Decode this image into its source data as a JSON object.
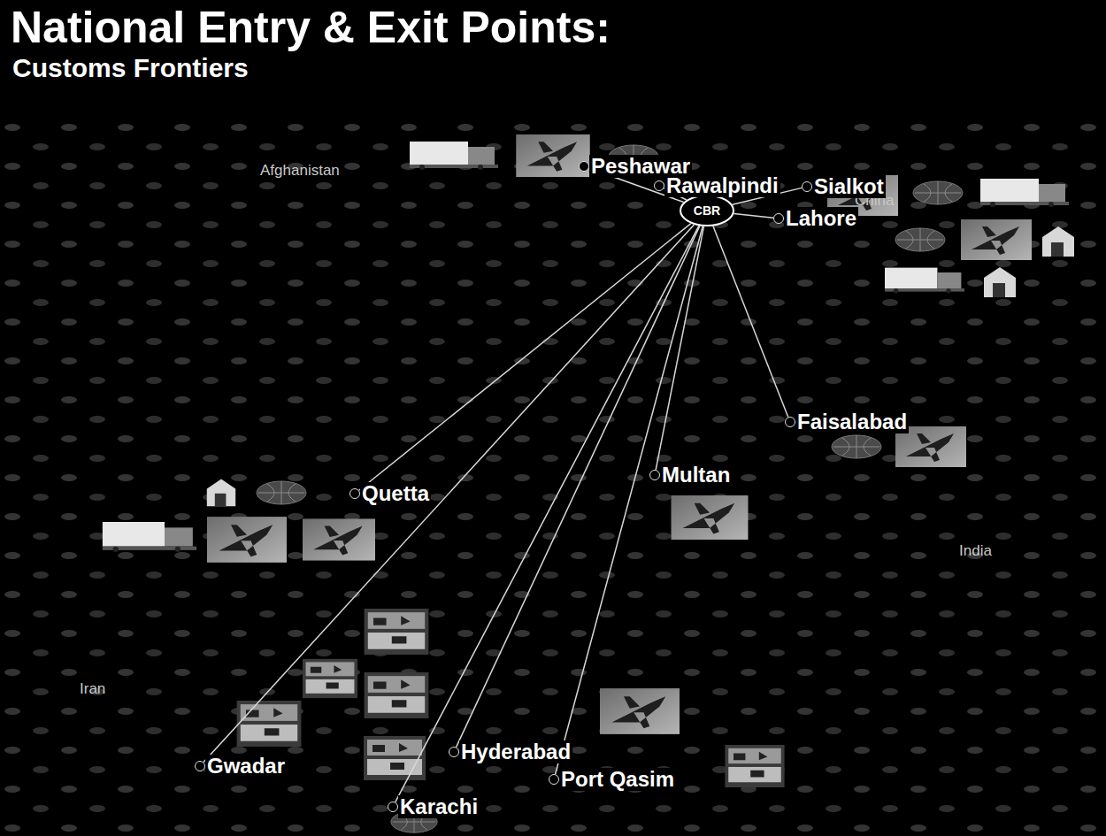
{
  "diagram": {
    "title": "National Entry & Exit Points:",
    "nodes": [
      {
        "text": [
          "CBR"
        ]
      },
      {
        "text": [
          "Peshawar"
        ]
      },
      {
        "text": [
          "Rawalpindi"
        ]
      },
      {
        "text": [
          "Sialkot"
        ]
      },
      {
        "text": [
          "Lahore"
        ]
      },
      {
        "text": [
          "Faisalabad"
        ]
      },
      {
        "text": [
          "Quetta"
        ]
      },
      {
        "text": [
          "Multan"
        ]
      },
      {
        "text": [
          "Hyderabad"
        ]
      },
      {
        "text": [
          "Port Qasim"
        ]
      },
      {
        "text": [
          "Gwadar"
        ]
      },
      {
        "text": [
          "Karachi"
        ]
      }
    ],
    "edges": [
      {
        "from": 0,
        "to": 1,
        "arrow": "none"
      },
      {
        "from": 0,
        "to": 2,
        "arrow": "none"
      },
      {
        "from": 0,
        "to": 3,
        "arrow": "none"
      },
      {
        "from": 0,
        "to": 4,
        "arrow": "none"
      },
      {
        "from": 0,
        "to": 5,
        "arrow": "none"
      },
      {
        "from": 0,
        "to": 6,
        "arrow": "none"
      },
      {
        "from": 0,
        "to": 7,
        "arrow": "none"
      },
      {
        "from": 0,
        "to": 8,
        "arrow": "none"
      },
      {
        "from": 0,
        "to": 9,
        "arrow": "none"
      },
      {
        "from": 0,
        "to": 10,
        "arrow": "none"
      },
      {
        "from": 0,
        "to": 11,
        "arrow": "none"
      }
    ],
    "labels": [
      "Customs Frontiers",
      "Afghanistan",
      "China",
      "India",
      "Iran"
    ]
  }
}
